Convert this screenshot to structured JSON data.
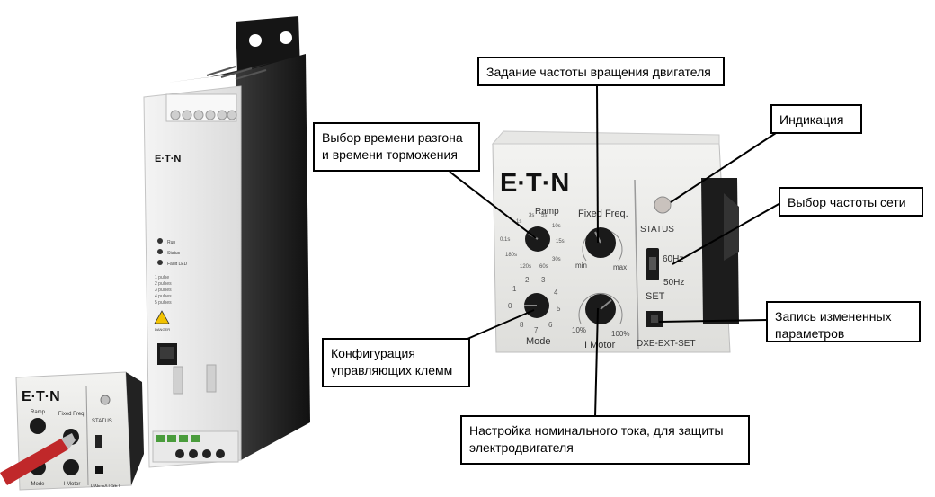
{
  "brand": "E·T·N",
  "module": {
    "ramp_label": "Ramp",
    "ramp_ticks": [
      "0.1s",
      "1s",
      "3s",
      "5s",
      "10s",
      "15s",
      "30s",
      "60s",
      "120s",
      "180s"
    ],
    "fixed_freq_label": "Fixed Freq.",
    "fixed_freq_min": "min",
    "fixed_freq_max": "max",
    "mode_label": "Mode",
    "mode_ticks": [
      "0",
      "1",
      "2",
      "3",
      "4",
      "5",
      "6",
      "7",
      "8"
    ],
    "i_motor_label": "I Motor",
    "i_motor_min": "10%",
    "i_motor_max": "100%",
    "status_label": "STATUS",
    "hz60": "60Hz",
    "hz50": "50Hz",
    "set_label": "SET",
    "model": "DXE-EXT-SET"
  },
  "drive": {
    "leds": [
      "Run",
      "Status",
      "Fault LED"
    ],
    "fault_codes": [
      "1 pulse",
      "2 pulses",
      "3 pulses",
      "4 pulses",
      "5 pulses"
    ],
    "warning": "DANGER"
  },
  "callouts": {
    "freq_setpoint": "Задание частоты вращения двигателя",
    "ramp_time": "Выбор времени разгона\nи времени торможения",
    "indication": "Индикация",
    "mains_freq": "Выбор частоты сети",
    "save_params": "Запись измененных\nпараметров",
    "terminal_config": "Конфигурация\nуправляющих клемм",
    "motor_current": "Настройка номинального тока, для защиты\nэлектродвигателя"
  },
  "colors": {
    "module_body": "#ececea",
    "drive_body": "#e9eaea",
    "drive_side": "#1d1d1d",
    "knob": "#1a1a1a",
    "screwdriver": "#c0282a"
  }
}
